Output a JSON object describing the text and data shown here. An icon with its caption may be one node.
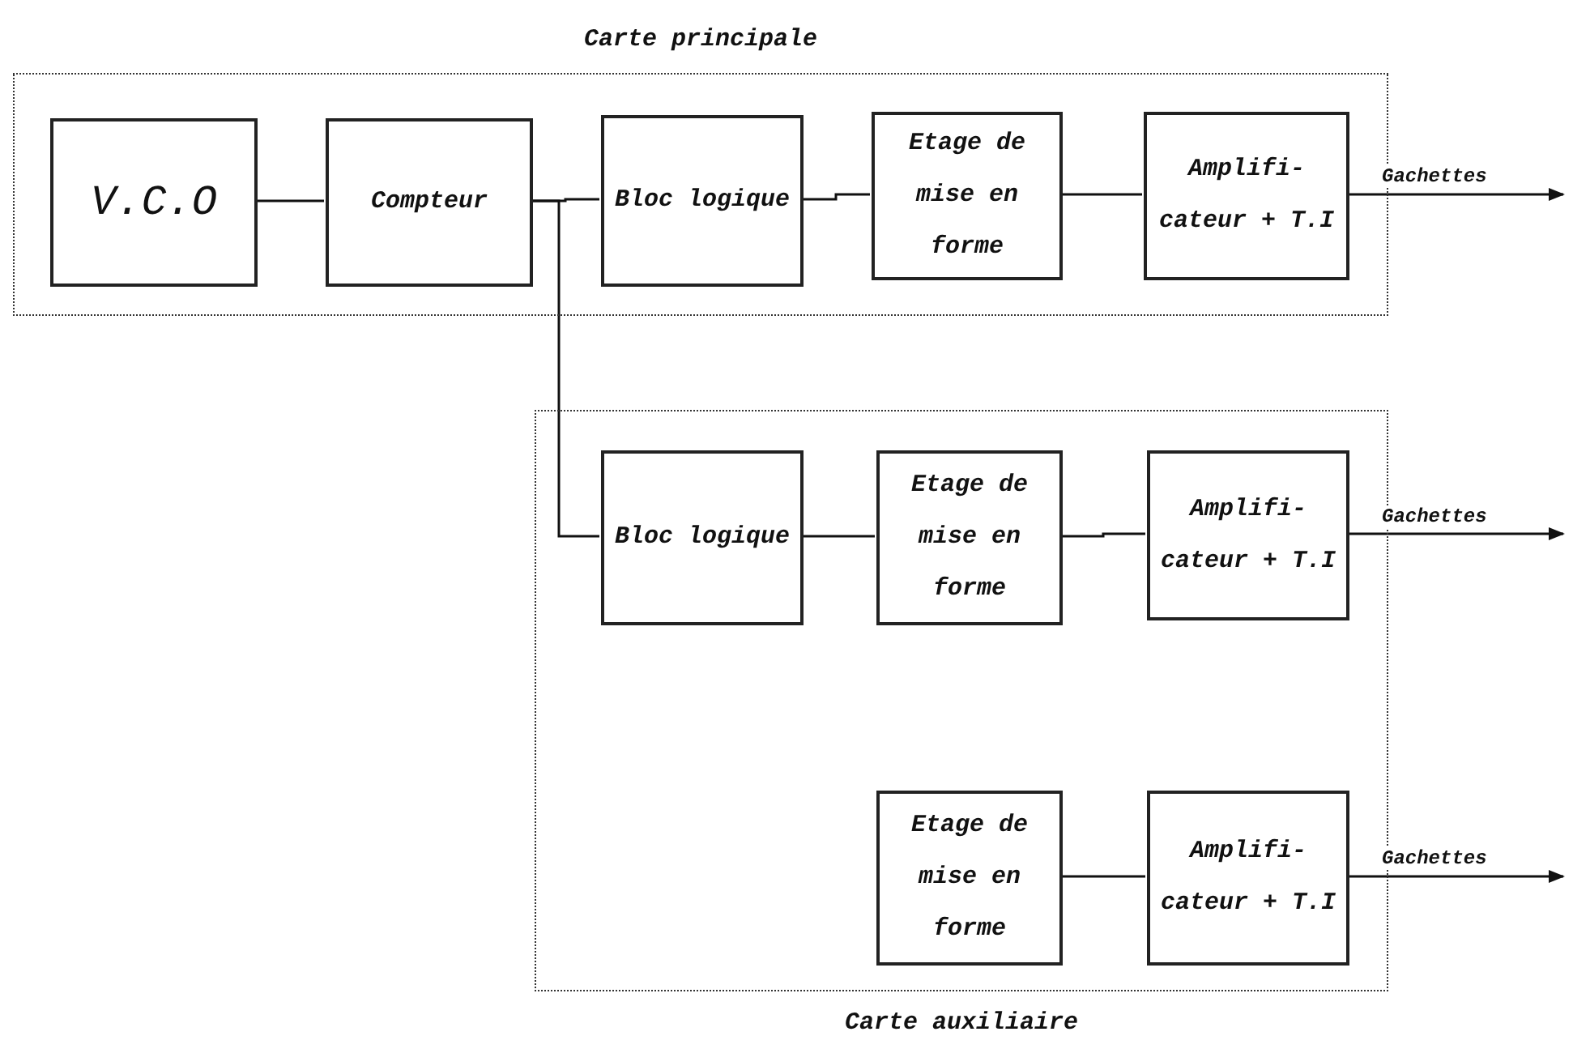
{
  "diagram": {
    "nodes": [
      {
        "text": [
          "Carte principale"
        ]
      },
      {
        "text": [
          "V.C.O"
        ],
        "in": 0
      },
      {
        "text": [
          "Compteur"
        ],
        "in": 0
      },
      {
        "text": [
          "Bloc logique"
        ],
        "in": 0
      },
      {
        "text": [
          "Etage de mise en forme"
        ],
        "in": 0
      },
      {
        "text": [
          "Amplifi- cateur + T.I"
        ],
        "in": 0
      },
      {
        "text": [
          "Carte auxiliaire"
        ]
      },
      {
        "text": [
          "Bloc logique"
        ],
        "in": 6
      },
      {
        "text": [
          "Etage de mise en forme"
        ],
        "in": 6
      },
      {
        "text": [
          "Amplifi- cateur + T.I"
        ],
        "in": 6
      },
      {
        "text": [
          "Etage de mise en forme"
        ],
        "in": 6
      },
      {
        "text": [
          "Amplifi- cateur + T.I"
        ],
        "in": 6
      }
    ],
    "edges": [
      {
        "from": 1,
        "to": 2,
        "arrow": "none"
      },
      {
        "from": 2,
        "to": 3,
        "arrow": "none"
      },
      {
        "from": 2,
        "to": 7,
        "arrow": "none"
      },
      {
        "from": 3,
        "to": 4,
        "arrow": "none"
      },
      {
        "from": 4,
        "to": 5,
        "arrow": "none"
      },
      {
        "from": 5,
        "to": null,
        "arrow": "to",
        "label": "Gachettes"
      },
      {
        "from": 7,
        "to": 8,
        "arrow": "none"
      },
      {
        "from": 8,
        "to": 9,
        "arrow": "none"
      },
      {
        "from": 9,
        "to": null,
        "arrow": "to",
        "label": "Gachettes"
      },
      {
        "from": 10,
        "to": 11,
        "arrow": "none"
      },
      {
        "from": 11,
        "to": null,
        "arrow": "to",
        "label": "Gachettes"
      }
    ]
  }
}
